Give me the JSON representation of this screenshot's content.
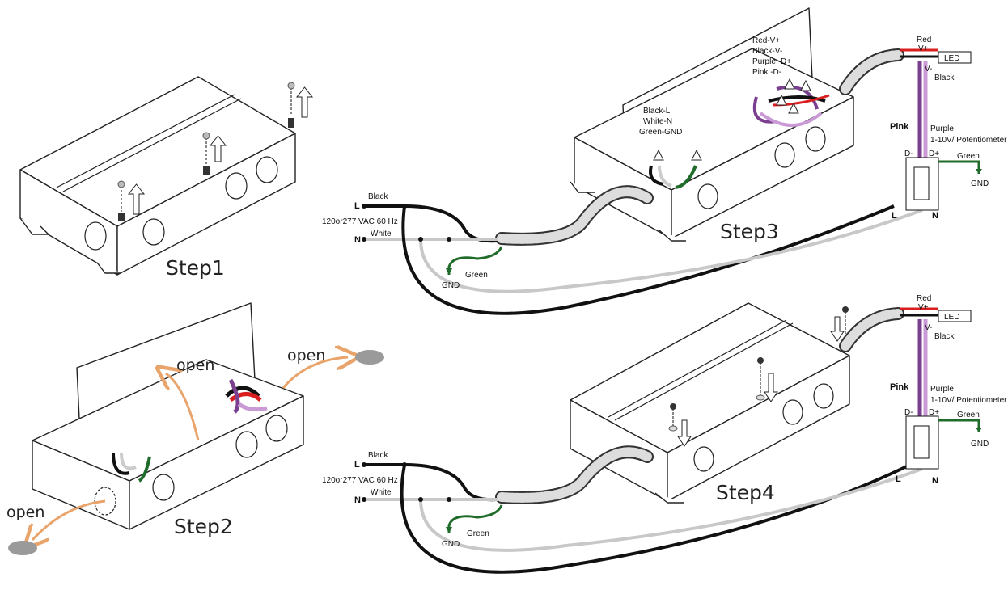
{
  "steps": {
    "step1": "Step1",
    "step2": "Step2",
    "step3": "Step3",
    "step4": "Step4"
  },
  "open_label": "open",
  "supply": {
    "l": "L",
    "n": "N",
    "black": "Black",
    "white": "White",
    "voltage": "120or277 VAC  60 Hz",
    "green": "Green",
    "gnd": "GND"
  },
  "box_labels": {
    "black_l": "Black-L",
    "white_n": "White-N",
    "green_gnd": "Green-GND",
    "red_v": "Red-V+",
    "black_v": "Black-V-",
    "purple_d": "Purple -D+",
    "pink_d": "Pink -D-"
  },
  "dimmer": {
    "red": "Red",
    "v_plus": "V+",
    "v_minus": "V-",
    "led": "LED",
    "black": "Black",
    "pink": "Pink",
    "purple": "Purple",
    "potentiometer": "1-10V/ Potentiometer",
    "d_minus": "D-",
    "d_plus": "D+",
    "green": "Green",
    "gnd": "GND",
    "l": "L",
    "n": "N"
  },
  "colors": {
    "black_wire": "#111111",
    "white_wire": "#c8c8c8",
    "green_wire": "#1f6b2a",
    "red_wire": "#d81e1e",
    "purple_wire": "#7a3f8f",
    "pink_wire": "#c99ad6",
    "open_arrow": "#e9a46c",
    "knockout": "#9a9a9a"
  }
}
